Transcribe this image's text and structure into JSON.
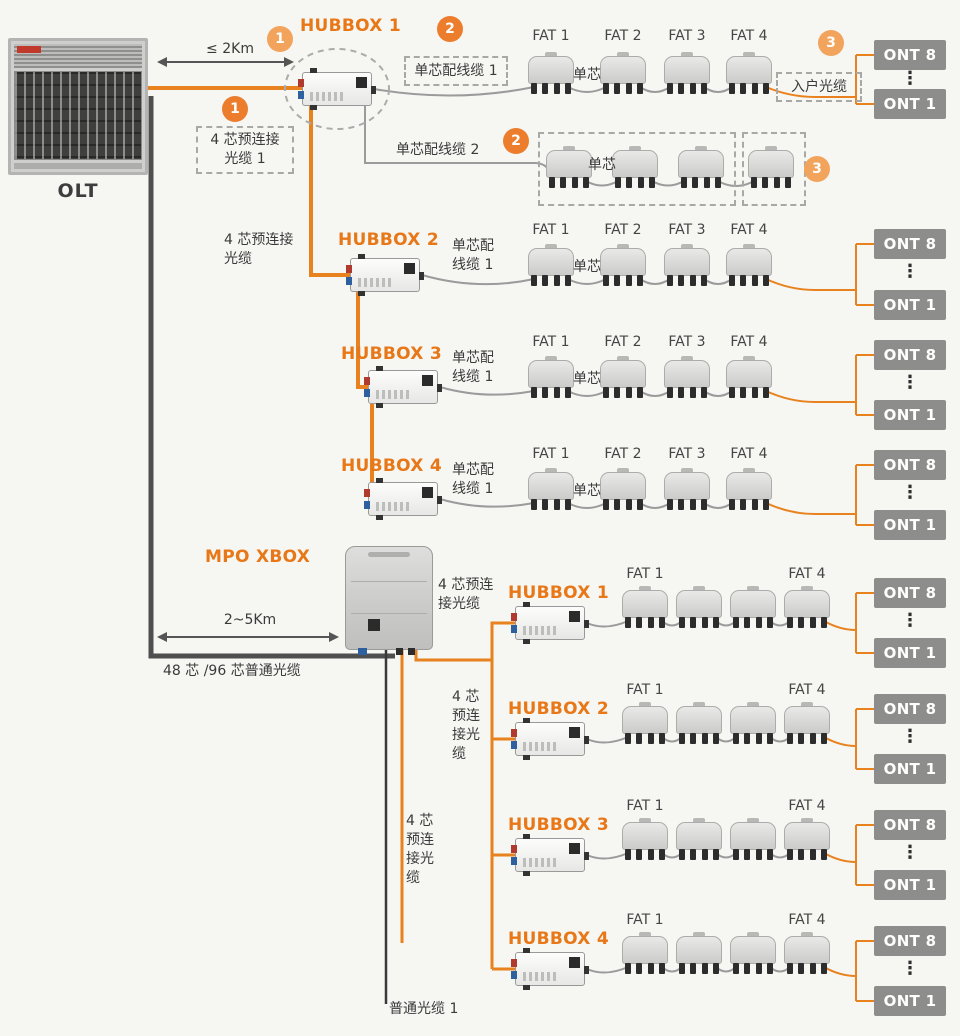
{
  "palette": {
    "accent_orange": "#E87817",
    "line_orange": "#E8821E",
    "badge_light": "#F2A45C",
    "badge_dark": "#EC7D2D",
    "ont_gray": "#8D8D8B",
    "trunk_dark": "#4F4F4F",
    "chain_gray": "#9B9B9B"
  },
  "badges": {
    "one": "1",
    "two": "2",
    "three": "3"
  },
  "labels": {
    "olt": "OLT",
    "distance_top": "≤ 2Km",
    "distance_bottom": "2~5Km",
    "trunk": "48 芯 /96 芯普通光缆",
    "core": "单芯",
    "cable1_boxed": "单芯配线缆 1",
    "cable2": "单芯配线缆 2",
    "cable1_2line": "单芯配\n线缆 1",
    "drop_boxed": "入户光缆",
    "precon1_boxed": "4 芯预连接\n光缆 1",
    "precon_plain": "4 芯预连接\n光缆",
    "precon_2line": "4 芯预连\n接光缆",
    "precon_4line": "4 芯\n预连\n接光\n缆",
    "ordinary_cable": "普通光缆 1",
    "mpo_xbox": "MPO XBOX"
  },
  "hub_titles": [
    "HUBBOX 1",
    "HUBBOX 2",
    "HUBBOX 3",
    "HUBBOX 4"
  ],
  "fat_headers": [
    "FAT 1",
    "FAT 2",
    "FAT 3",
    "FAT 4"
  ],
  "ont": {
    "top": "ONT 8",
    "bottom": "ONT 1",
    "dots": "⋮"
  }
}
